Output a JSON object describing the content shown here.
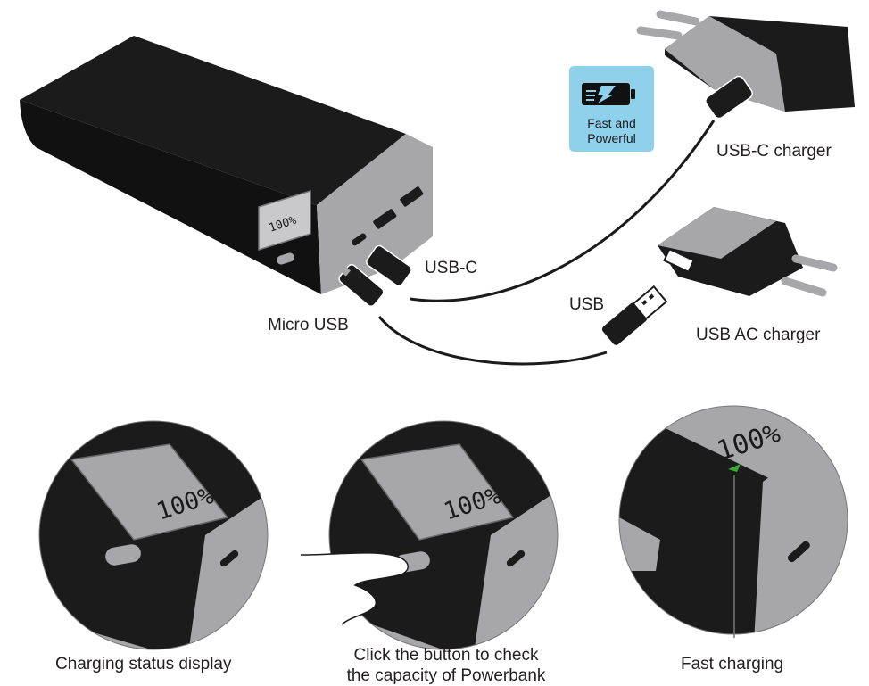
{
  "badge": {
    "line1": "Fast and",
    "line2": "Powerful",
    "icon": "fast-charge-battery-icon"
  },
  "labels": {
    "usbc_charger": "USB-C charger",
    "usb_ac_charger": "USB AC charger",
    "usb_c": "USB-C",
    "usb": "USB",
    "micro_usb": "Micro USB"
  },
  "display_value": "100",
  "percent_sign": "%",
  "captions": {
    "left": "Charging status display",
    "middle_line1": "Click the button to check",
    "middle_line2": "the capacity of Powerbank",
    "right": "Fast charging"
  },
  "colors": {
    "body": "#1b1b1b",
    "face": "#a7a7a9",
    "display": "#c9c9cb",
    "badge": "#8fd0ea",
    "indicator": "#3aa935"
  }
}
